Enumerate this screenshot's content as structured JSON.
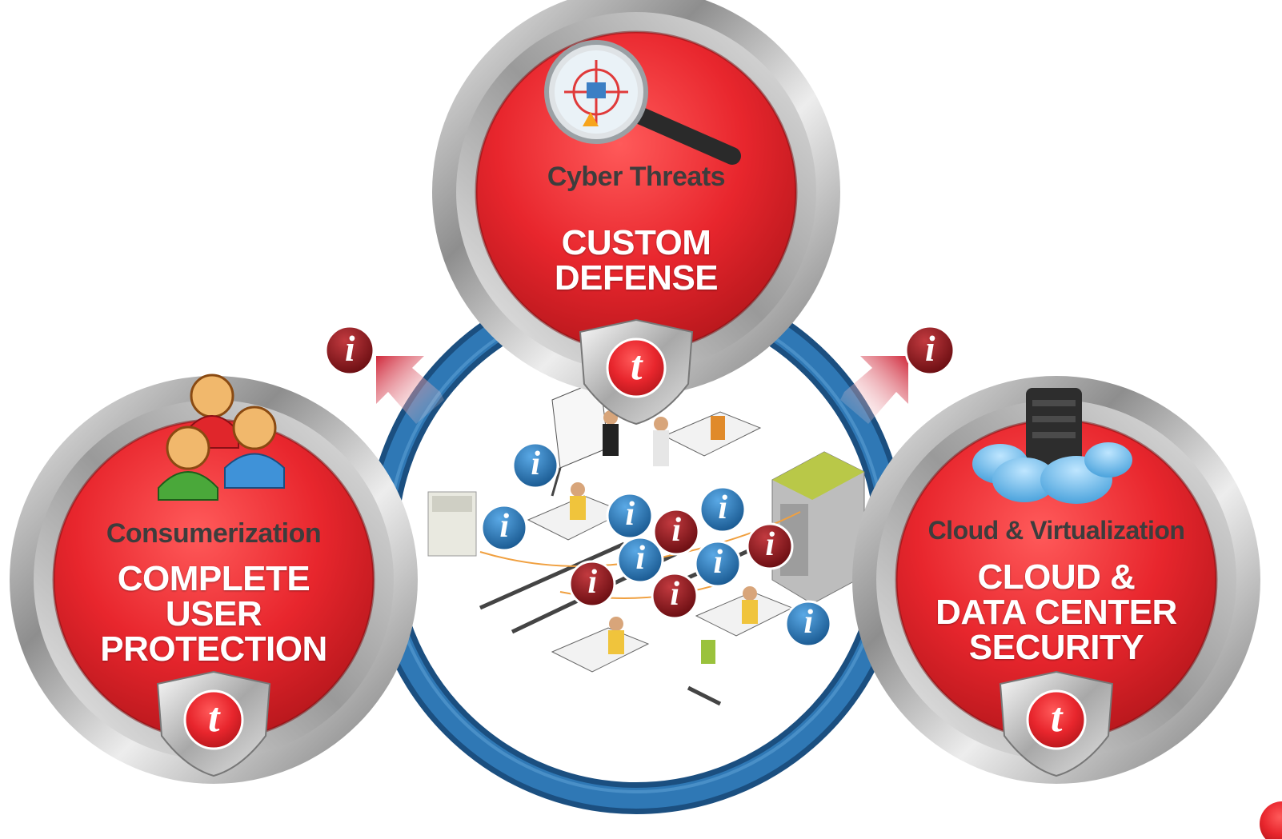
{
  "hubs": {
    "top": {
      "category": "Cyber Threats",
      "title_lines": [
        "CUSTOM",
        "DEFENSE"
      ],
      "icon": "magnifier-target-icon"
    },
    "left": {
      "category": "Consumerization",
      "title_lines": [
        "COMPLETE",
        "USER",
        "PROTECTION"
      ],
      "icon": "users-group-icon"
    },
    "right": {
      "category": "Cloud & Virtualization",
      "title_lines": [
        "CLOUD &",
        "DATA CENTER",
        "SECURITY"
      ],
      "icon": "cloud-server-icon"
    }
  },
  "info_badge_glyph": "i",
  "logo_glyph": "t",
  "colors": {
    "hub_red": "#e8262d",
    "ring_blue": "#1f5f96",
    "info_blue": "#1b6fb3",
    "info_maroon": "#8b0f14",
    "arrow_red": "#d0283a",
    "chrome": "#c8c8c8"
  }
}
